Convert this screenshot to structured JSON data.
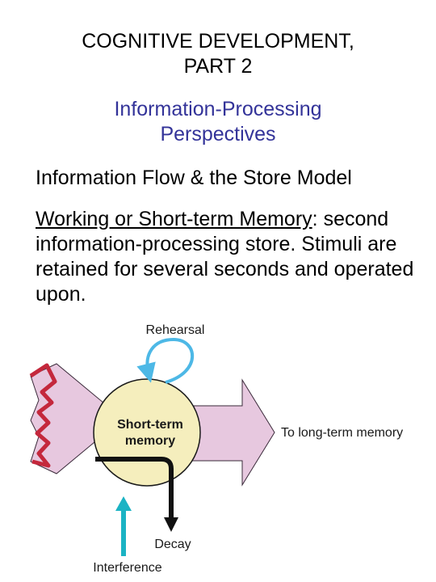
{
  "slide": {
    "title_line1": "COGNITIVE DEVELOPMENT,",
    "title_line2": "PART 2",
    "subtitle_line1": "Information-Processing",
    "subtitle_line2": "Perspectives",
    "heading": "Information Flow & the Store Model",
    "term": "Working or Short-term Memory",
    "definition": ": second information-processing store.  Stimuli are retained for several seconds and operated upon."
  },
  "diagram": {
    "rehearsal": "Rehearsal",
    "store_line1": "Short-term",
    "store_line2": "memory",
    "long_term": "To long-term memory",
    "decay": "Decay",
    "interference": "Interference"
  },
  "colors": {
    "title": "#000000",
    "subtitle": "#333399",
    "arrow_fill": "#e7c8df",
    "store_fill": "#f5eebd",
    "rehearsal_arrow": "#4db8e6",
    "interference_arrow": "#1bb3c4",
    "red_jag": "#c4283c"
  }
}
